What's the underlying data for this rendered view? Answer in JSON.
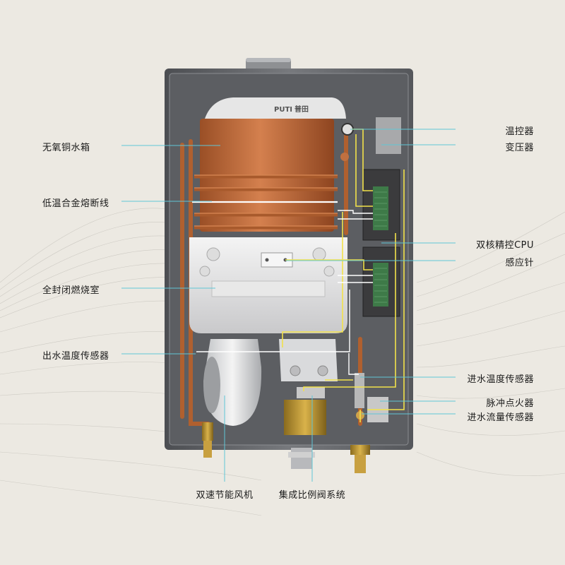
{
  "brand": {
    "logo_latin": "PUTI",
    "logo_cn": "普田"
  },
  "labels": {
    "left": [
      "无氧铜水箱",
      "低温合金熔断线",
      "全封闭燃烧室",
      "出水温度传感器"
    ],
    "right": [
      "温控器",
      "变压器",
      "双核精控CPU",
      "感应针",
      "进水温度传感器",
      "脉冲点火器",
      "进水流量传感器"
    ],
    "bottom": [
      "双速节能风机",
      "集成比例阀系统"
    ]
  },
  "colors": {
    "background": "#ece9e2",
    "cabinet": "#6a6c70",
    "copper": "#c0693a",
    "callout_line": "#5fc6d6",
    "wire_yellow": "#f2e24a",
    "wire_white": "#ffffff",
    "pcb_green": "#3e7a48"
  }
}
